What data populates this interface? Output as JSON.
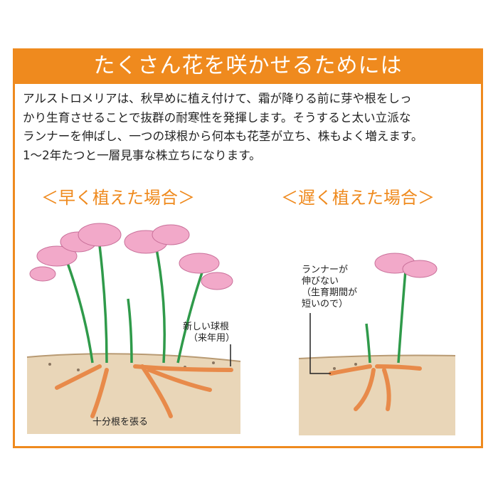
{
  "header": {
    "title": "たくさん花を咲かせるためには"
  },
  "intro": {
    "lines": [
      "アルストロメリアは、秋早めに植え付けて、霜が降りる前に芽や根をしっ",
      "かり生育させることで抜群の耐寒性を発揮します。そうすると太い立派な",
      "ランナーを伸ばし、一つの球根から何本も花茎が立ち、株もよく増えます。",
      "1～2年たつと一層見事な株立ちになります。"
    ]
  },
  "early": {
    "title": "＜早く植えた場合＞",
    "label_bulb_1": "新しい球根",
    "label_bulb_2": "（来年用）",
    "label_roots": "十分根を張る"
  },
  "late": {
    "title": "＜遅く植えた場合＞",
    "label_1": "ランナーが",
    "label_2": "伸びない",
    "label_3": "（生育期間が",
    "label_4": "短いので）"
  },
  "colors": {
    "accent": "#ef8a1e",
    "soil": "#e9d6b8",
    "flower": "#f2a9c9",
    "stem": "#2f9a4a",
    "root": "#e88a4a"
  }
}
